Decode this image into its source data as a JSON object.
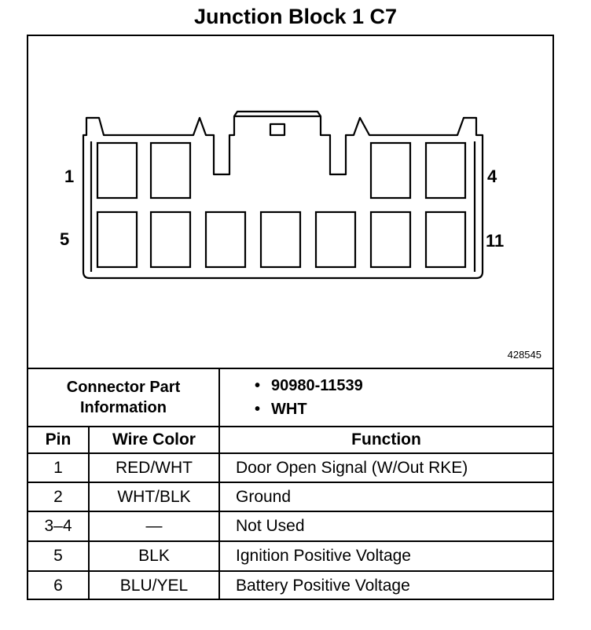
{
  "title": "Junction Block 1 C7",
  "connector": {
    "pin_labels": {
      "top_left": "1",
      "top_right": "4",
      "bottom_left": "5",
      "bottom_right": "11"
    },
    "part_number": "428545"
  },
  "info": {
    "label_line1": "Connector Part",
    "label_line2": "Information",
    "items": [
      "90980-11539",
      "WHT"
    ]
  },
  "table": {
    "headers": {
      "pin": "Pin",
      "wire": "Wire Color",
      "function": "Function"
    },
    "rows": [
      {
        "pin": "1",
        "wire": "RED/WHT",
        "function": "Door Open Signal (W/Out RKE)"
      },
      {
        "pin": "2",
        "wire": "WHT/BLK",
        "function": "Ground"
      },
      {
        "pin": "3–4",
        "wire": "—",
        "function": "Not Used"
      },
      {
        "pin": "5",
        "wire": "BLK",
        "function": "Ignition Positive Voltage"
      },
      {
        "pin": "6",
        "wire": "BLU/YEL",
        "function": "Battery Positive Voltage"
      }
    ]
  }
}
